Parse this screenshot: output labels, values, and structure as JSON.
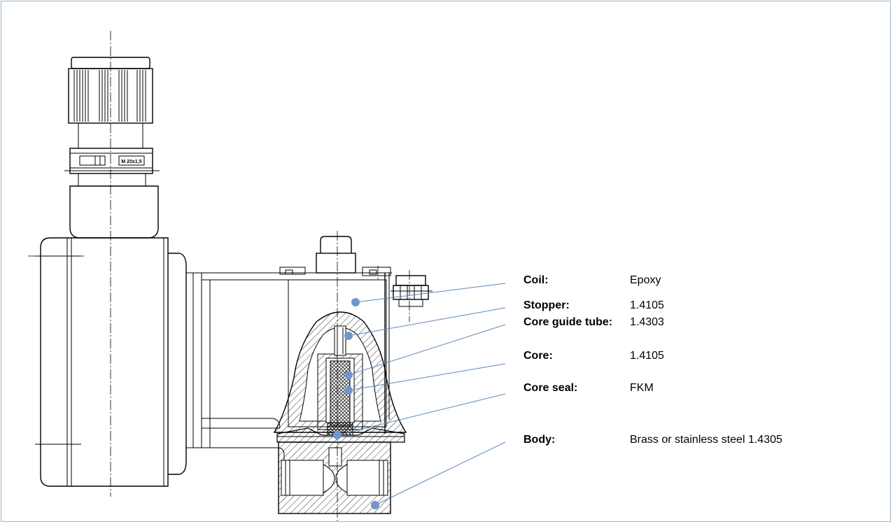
{
  "cable_gland_marking": "M 20x1,5",
  "callouts": [
    {
      "label": "Coil:",
      "value": "Epoxy"
    },
    {
      "label": "Stopper:",
      "value": "1.4105"
    },
    {
      "label": "Core guide tube:",
      "value": "1.4303"
    },
    {
      "label": "Core:",
      "value": "1.4105"
    },
    {
      "label": "Core seal:",
      "value": "FKM"
    },
    {
      "label": "Body:",
      "value": "Brass or stainless steel 1.4305"
    }
  ],
  "colors": {
    "frame": "#9cb6d1",
    "leader_line": "#5b87bf",
    "leader_dot": "#6f97c8"
  }
}
